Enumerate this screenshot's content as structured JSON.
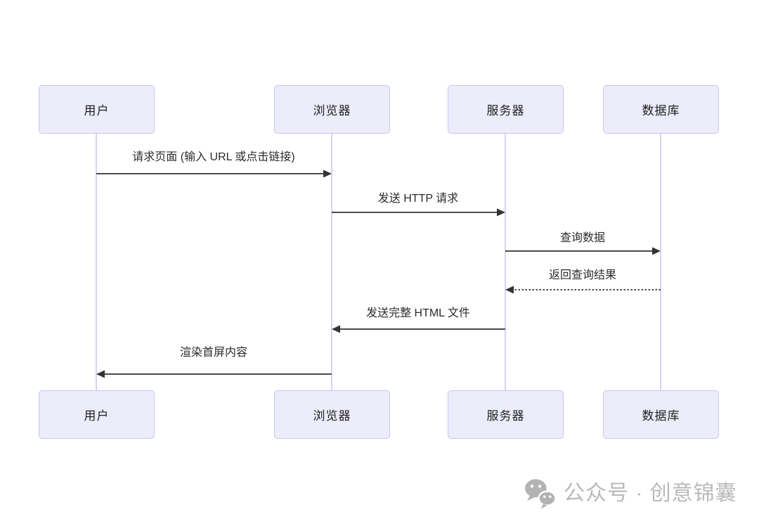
{
  "diagram": {
    "type": "sequence",
    "actors": [
      {
        "id": "user",
        "label": "用户"
      },
      {
        "id": "browser",
        "label": "浏览器"
      },
      {
        "id": "server",
        "label": "服务器"
      },
      {
        "id": "database",
        "label": "数据库"
      }
    ],
    "messages": [
      {
        "from": "用户",
        "to": "浏览器",
        "label": "请求页面 (输入 URL 或点击链接)",
        "line": "solid",
        "direction": "right"
      },
      {
        "from": "浏览器",
        "to": "服务器",
        "label": "发送 HTTP 请求",
        "line": "solid",
        "direction": "right"
      },
      {
        "from": "服务器",
        "to": "数据库",
        "label": "查询数据",
        "line": "solid",
        "direction": "right"
      },
      {
        "from": "数据库",
        "to": "服务器",
        "label": "返回查询结果",
        "line": "dotted",
        "direction": "left"
      },
      {
        "from": "服务器",
        "to": "浏览器",
        "label": "发送完整 HTML 文件",
        "line": "solid",
        "direction": "left"
      },
      {
        "from": "浏览器",
        "to": "用户",
        "label": "渲染首屏内容",
        "line": "solid",
        "direction": "left"
      }
    ],
    "colors": {
      "background": "#ffffff",
      "actor_fill": "#ececfb",
      "actor_border": "#c9c5ee",
      "actor_text": "#1f1f1f",
      "lifeline": "#d9d2f2",
      "arrow": "#333333",
      "message_text": "#2b2b2b",
      "watermark": "#b9b9b9"
    }
  },
  "watermark": {
    "icon": "wechat-icon",
    "text": "公众号 · 创意锦囊"
  }
}
